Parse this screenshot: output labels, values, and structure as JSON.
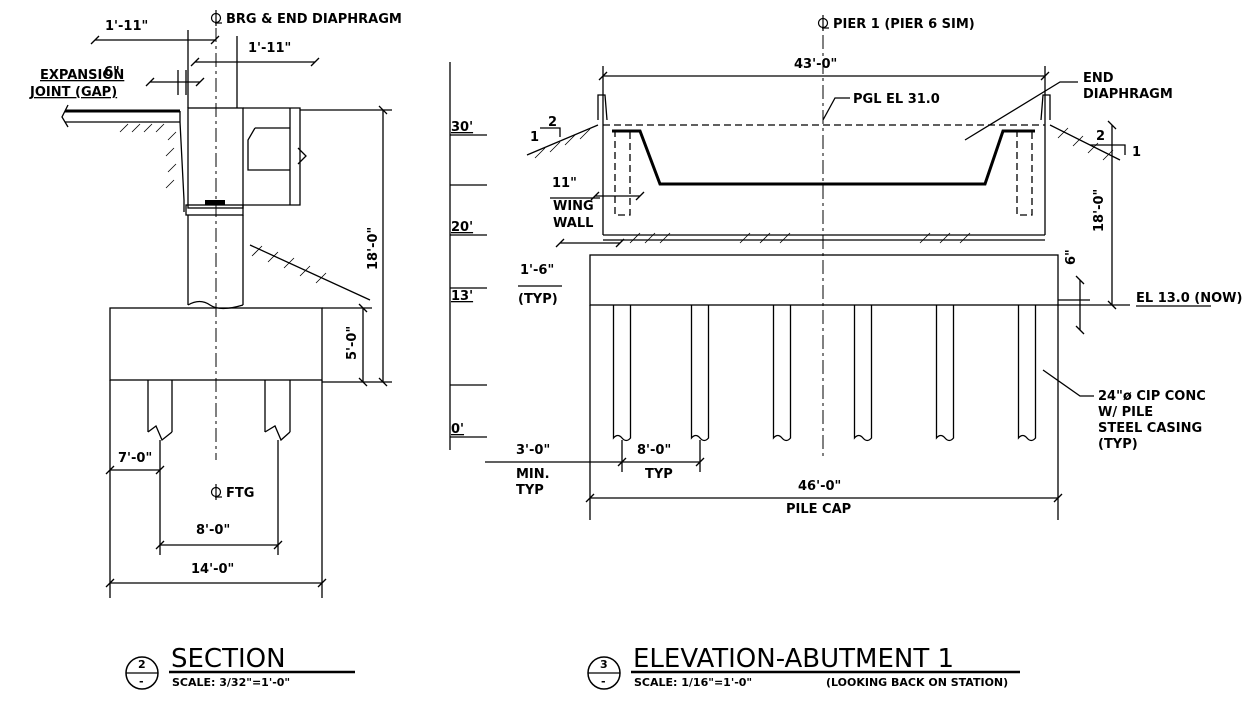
{
  "section": {
    "dim_top_left": "1'-11\"",
    "dim_top_right": "1'-11\"",
    "cl_brg_label": "BRG & END DIAPHRAGM",
    "dim_joint": "6\"",
    "expansion_label_1": "EXPANSION",
    "expansion_label_2": "JOINT (GAP)",
    "dim_height": "18'-0\"",
    "dim_footing_depth": "5'-0\"",
    "dim_pile_offset": "7'-0\"",
    "cl_ftg_label": "FTG",
    "dim_pile_spacing": "8'-0\"",
    "dim_footing_width": "14'-0\""
  },
  "scale_bar": {
    "ticks": [
      "30'",
      "20'",
      "13'",
      "0'"
    ]
  },
  "elevation": {
    "cl_pier_label": "PIER 1 (PIER 6 SIM)",
    "dim_top_width": "43'-0\"",
    "pgl_label": "PGL EL 31.0",
    "end_diaphragm_1": "END",
    "end_diaphragm_2": "DIAPHRAGM",
    "slope_left_v": "1",
    "slope_left_h": "2",
    "slope_right_h": "2",
    "slope_right_v": "1",
    "dim_wing": "11\"",
    "wing_wall_1": "WING",
    "wing_wall_2": "WALL",
    "dim_side": "1'-6\"",
    "dim_side_typ": "(TYP)",
    "dim_height": "18'-0\"",
    "dim_cap_offset": "6\"",
    "el_label": "EL 13.0 (NOW)",
    "dim_edge": "3'-0\"",
    "dim_edge_note_1": "MIN.",
    "dim_edge_note_2": "TYP",
    "dim_pile_spacing": "8'-0\"",
    "dim_pile_spacing_note": "TYP",
    "pile_note_1": "24\"ø CIP CONC",
    "pile_note_2": "W/ PILE",
    "pile_note_3": "STEEL CASING",
    "pile_note_4": "(TYP)",
    "dim_cap_width": "46'-0\"",
    "pile_cap_label": "PILE CAP"
  },
  "titles": {
    "section_number": "2",
    "section_sub": "-",
    "section_title": "SECTION",
    "section_scale": "SCALE: 3/32\"=1'-0\"",
    "elev_number": "3",
    "elev_sub": "-",
    "elev_title": "ELEVATION-ABUTMENT 1",
    "elev_scale": "SCALE: 1/16\"=1'-0\"",
    "elev_note": "(LOOKING BACK ON STATION)"
  }
}
